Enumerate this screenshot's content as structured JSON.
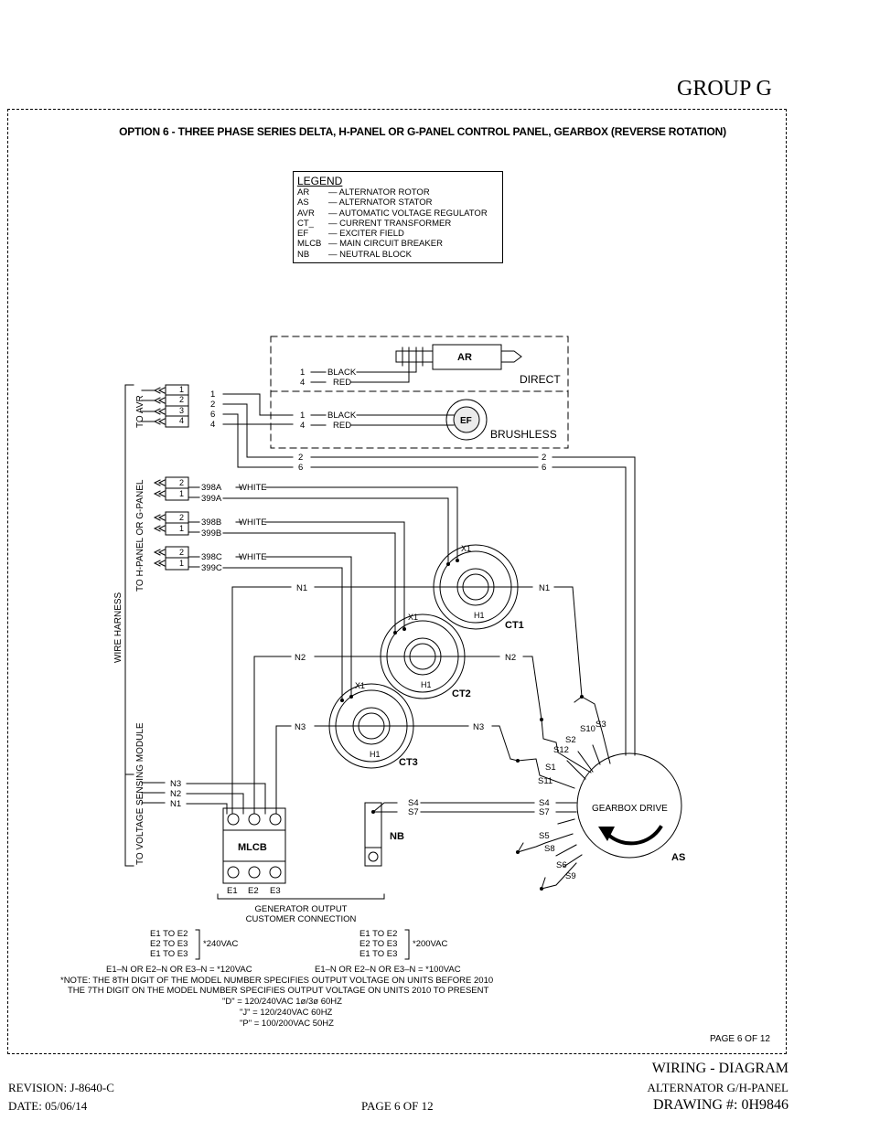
{
  "header": {
    "group": "GROUP G"
  },
  "diagram_title": "OPTION 6 - THREE PHASE SERIES DELTA, H-PANEL OR G-PANEL CONTROL PANEL, GEARBOX (REVERSE ROTATION)",
  "legend": {
    "title": "LEGEND",
    "items": [
      {
        "abbr": "AR",
        "desc": "ALTERNATOR ROTOR"
      },
      {
        "abbr": "AS",
        "desc": "ALTERNATOR STATOR"
      },
      {
        "abbr": "AVR",
        "desc": "AUTOMATIC VOLTAGE REGULATOR"
      },
      {
        "abbr": "CT_",
        "desc": "CURRENT TRANSFORMER"
      },
      {
        "abbr": "EF",
        "desc": "EXCITER FIELD"
      },
      {
        "abbr": "MLCB",
        "desc": "MAIN CIRCUIT BREAKER"
      },
      {
        "abbr": "NB",
        "desc": "NEUTRAL BLOCK"
      }
    ]
  },
  "labels": {
    "ar": "AR",
    "ef": "EF",
    "direct": "DIRECT",
    "brushless": "BRUSHLESS",
    "black": "BLACK",
    "red": "RED",
    "white": "WHITE",
    "to_avr": "TO AVR",
    "to_panel": "TO H-PANEL OR G-PANEL",
    "wire_harness": "WIRE HARNESS",
    "to_vsm": "TO VOLTAGE SENSING MODULE",
    "ct1": "CT1",
    "ct2": "CT2",
    "ct3": "CT3",
    "x1": "X1",
    "h1": "H1",
    "mlcb": "MLCB",
    "nb": "NB",
    "as": "AS",
    "gearbox": "GEARBOX DRIVE",
    "e1": "E1",
    "e2": "E2",
    "e3": "E3",
    "n1": "N1",
    "n2": "N2",
    "n3": "N3",
    "w1": "1",
    "w2": "2",
    "w4": "4",
    "w6": "6",
    "w398a": "398A",
    "w399a": "399A",
    "w398b": "398B",
    "w399b": "399B",
    "w398c": "398C",
    "w399c": "399C",
    "t1": "1",
    "t2": "2",
    "t3": "3",
    "t4": "4",
    "s1": "S1",
    "s2": "S2",
    "s3": "S3",
    "s4": "S4",
    "s5": "S5",
    "s6": "S6",
    "s7": "S7",
    "s8": "S8",
    "s9": "S9",
    "s10": "S10",
    "s11": "S11",
    "s12": "S12",
    "gen_output": "GENERATOR OUTPUT",
    "customer": "CUSTOMER CONNECTION"
  },
  "connections": {
    "left": [
      "E1 TO E2",
      "E2 TO E3",
      "E1 TO E3"
    ],
    "left_voltage": "*240VAC",
    "right": [
      "E1 TO E2",
      "E2 TO E3",
      "E1 TO E3"
    ],
    "right_voltage": "*200VAC",
    "left_neutral": "E1–N OR E2–N OR E3–N = *120VAC",
    "right_neutral": "E1–N OR E2–N OR E3–N = *100VAC"
  },
  "notes": [
    "*NOTE:  THE 8TH DIGIT OF THE MODEL NUMBER SPECIFIES OUTPUT VOLTAGE ON UNITS BEFORE 2010",
    "THE 7TH DIGIT ON THE MODEL NUMBER SPECIFIES OUTPUT VOLTAGE ON UNITS 2010 TO PRESENT",
    "\"D\" = 120/240VAC 1ø/3ø 60HZ",
    "\"J\" = 120/240VAC 60HZ",
    "\"P\" = 100/200VAC 50HZ"
  ],
  "page_inner": "PAGE 6 OF 12",
  "footer": {
    "revision": "REVISION: J-8640-C",
    "date": "DATE: 05/06/14",
    "page": "PAGE 6 OF 12",
    "wiring_diagram": "WIRING - DIAGRAM",
    "alternator_panel": "ALTERNATOR G/H-PANEL",
    "drawing_number": "DRAWING #: 0H9846"
  }
}
